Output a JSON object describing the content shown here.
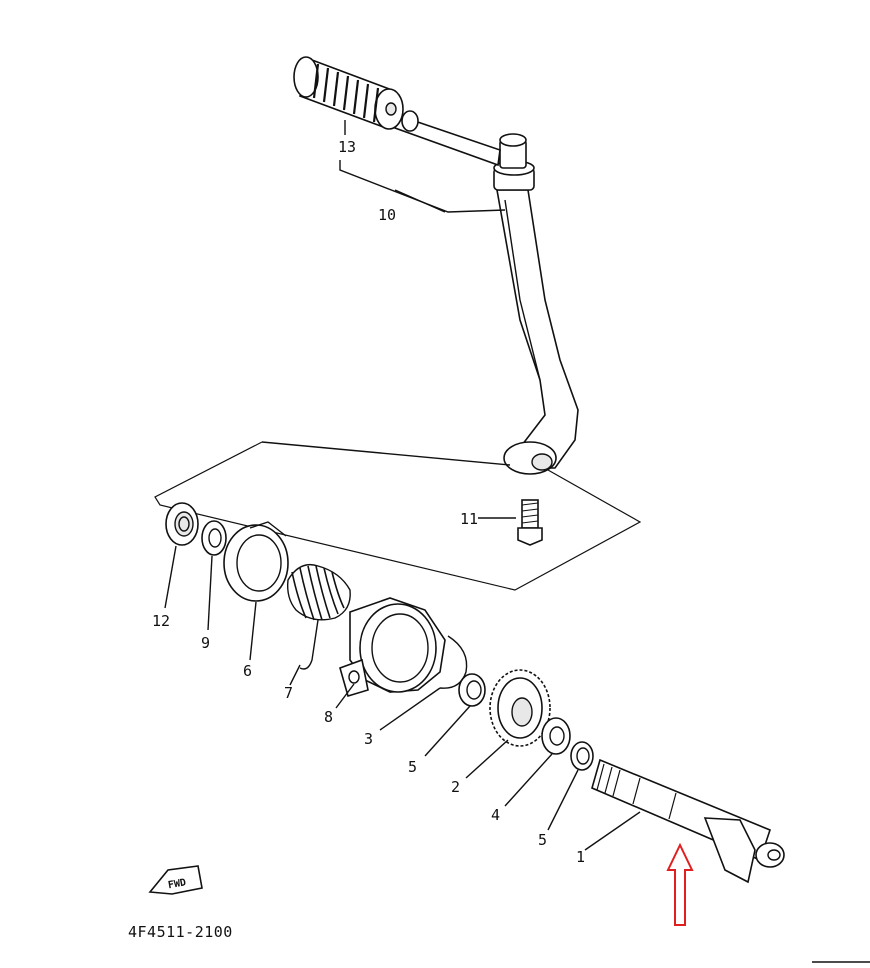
{
  "diagram": {
    "drawing_code": "4F4511-2100",
    "fwd_label": "FWD",
    "callouts": [
      {
        "id": "c1",
        "text": "1"
      },
      {
        "id": "c2",
        "text": "2"
      },
      {
        "id": "c3",
        "text": "3"
      },
      {
        "id": "c4",
        "text": "4"
      },
      {
        "id": "c5a",
        "text": "5"
      },
      {
        "id": "c5b",
        "text": "5"
      },
      {
        "id": "c6",
        "text": "6"
      },
      {
        "id": "c7",
        "text": "7"
      },
      {
        "id": "c8",
        "text": "8"
      },
      {
        "id": "c9",
        "text": "9"
      },
      {
        "id": "c10",
        "text": "10"
      },
      {
        "id": "c11",
        "text": "11"
      },
      {
        "id": "c12",
        "text": "12"
      },
      {
        "id": "c13",
        "text": "13"
      }
    ],
    "highlight_arrow_color": "#e02020"
  }
}
